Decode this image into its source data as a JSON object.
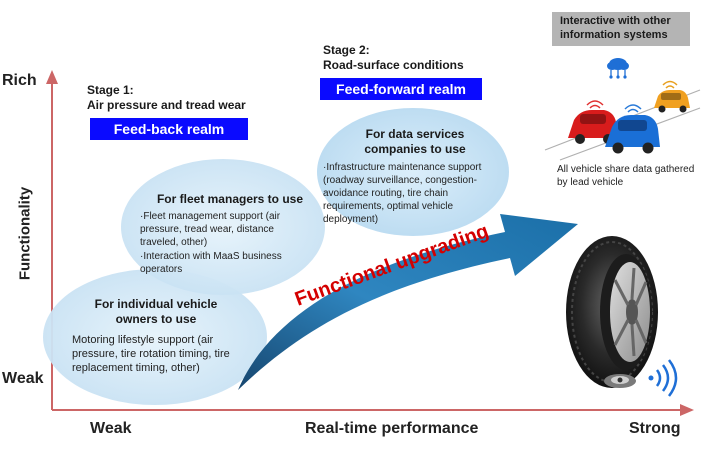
{
  "axes": {
    "y_title": "Functionality",
    "y_top": "Rich",
    "y_bottom": "Weak",
    "x_left": "Weak",
    "x_center": "Real-time performance",
    "x_right": "Strong"
  },
  "stage1": {
    "title": "Stage 1:",
    "subtitle": "Air pressure and tread wear",
    "realm": "Feed-back realm"
  },
  "stage2": {
    "title": "Stage 2:",
    "subtitle": "Road-surface conditions",
    "realm": "Feed-forward realm"
  },
  "bubbles": {
    "individual": {
      "title": "For individual vehicle owners to use",
      "text": "Motoring lifestyle support (air pressure, tire rotation timing, tire replacement timing, other)"
    },
    "fleet": {
      "title": "For fleet managers to use",
      "item1": "·Fleet management support (air pressure, tread wear, distance traveled, other)",
      "item2": "·Interaction with MaaS business operators"
    },
    "data_services": {
      "title": "For data services companies to use",
      "text": "·Infrastructure maintenance support (roadway surveillance, congestion-avoidance routing, tire chain requirements, optimal vehicle deployment)"
    }
  },
  "arrow_label": "Functional upgrading",
  "interactive_box": "Interactive with other information systems",
  "vehicle_caption": "All vehicle share data gathered by lead vehicle",
  "colors": {
    "realm_bg": "#0a0aff",
    "arrow_label": "#d40000",
    "bubble": "#cfe6f6"
  }
}
